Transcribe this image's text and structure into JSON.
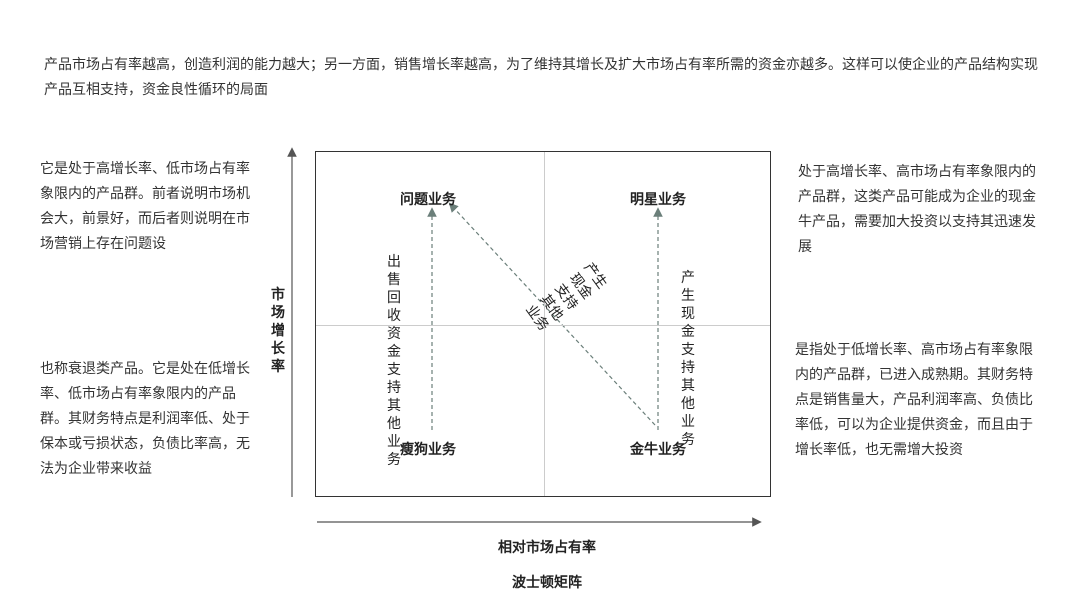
{
  "intro_text": "产品市场占有率越高，创造利润的能力越大；另一方面，销售增长率越高，为了维持其增长及扩大市场占有率所需的资金亦越多。这样可以使企业的产品结构实现产品互相支持，资金良性循环的局面",
  "descriptions": {
    "question": "它是处于高增长率、低市场占有率象限内的产品群。前者说明市场机会大，前景好，而后者则说明在市场营销上存在问题设",
    "star": "处于高增长率、高市场占有率象限内的产品群，这类产品可能成为企业的现金牛产品，需要加大投资以支持其迅速发展",
    "dog": "也称衰退类产品。它是处在低增长率、低市场占有率象限内的产品群。其财务特点是利润率低、处于保本或亏损状态，负债比率高，无法为企业带来收益",
    "cow": "是指处于低增长率、高市场占有率象限内的产品群，已进入成熟期。其财务特点是销售量大，产品利润率高、负债比率低，可以为企业提供资金，而且由于增长率低，也无需增大投资"
  },
  "quadrants": {
    "question": "问题业务",
    "star": "明星业务",
    "dog": "瘦狗业务",
    "cow": "金牛业务"
  },
  "flows": {
    "left": "出售回收资金支持其他业务",
    "right": "产生现金支持其他业务",
    "diagonal": [
      "产生",
      "现金",
      "支持",
      "其他",
      "业务"
    ]
  },
  "axes": {
    "y_label": "市场增长率",
    "x_label": "相对市场占有率"
  },
  "caption": "波士顿矩阵",
  "colors": {
    "arrow": "#555555",
    "dashed_arrow": "#6b7f7a"
  }
}
